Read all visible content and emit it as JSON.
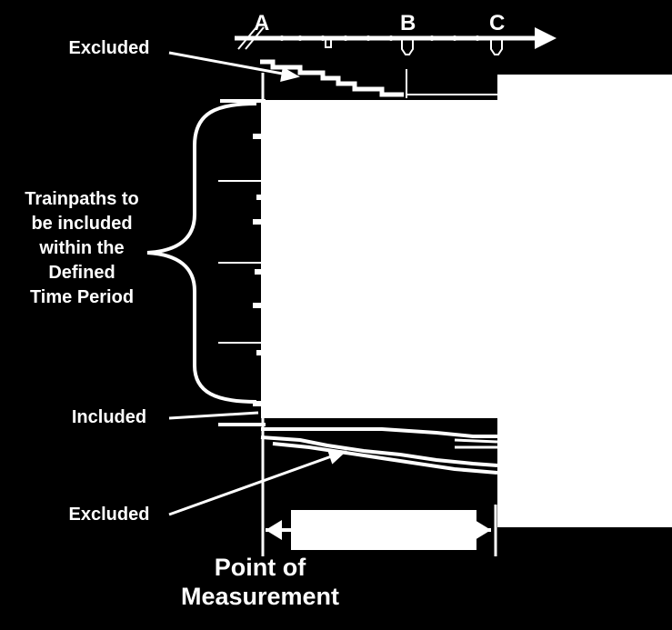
{
  "stations": [
    "A",
    "B",
    "C"
  ],
  "labels": {
    "excluded_top": "Excluded",
    "trainpaths_line1": "Trainpaths to",
    "trainpaths_line2": "be included",
    "trainpaths_line3": "within the",
    "trainpaths_line4": "Defined",
    "trainpaths_line5": "Time Period",
    "included": "Included",
    "excluded_bottom": "Excluded",
    "point_line1": "Point of",
    "point_line2": "Measurement"
  },
  "colors": {
    "background": "#000000",
    "foreground": "#ffffff"
  }
}
